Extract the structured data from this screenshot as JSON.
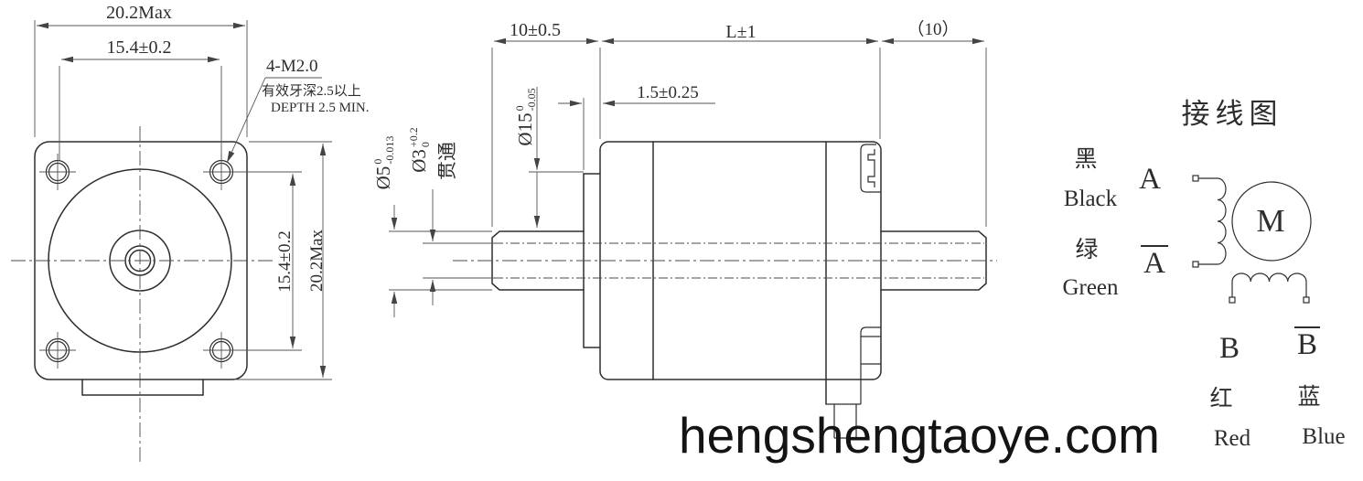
{
  "front_view": {
    "dim_top_overall": "20.2Max",
    "dim_top_holes": "15.4±0.2",
    "dim_right_holes": "15.4±0.2",
    "dim_right_overall": "20.2Max",
    "thread_callout": {
      "line1": "4-M2.0",
      "line2": "有效牙深2.5以上",
      "line3": "DEPTH 2.5 MIN."
    }
  },
  "side_view": {
    "dim_front_shaft_length": "10±0.5",
    "dim_body_length": "L±1",
    "dim_rear_shaft_length": "（10）",
    "dim_pilot_length": "1.5±0.25",
    "dim_pilot_dia": {
      "base": "Ø15",
      "tol_upper": "0",
      "tol_lower": "-0.05"
    },
    "dim_shaft_dia": {
      "base": "Ø5",
      "tol_upper": "0",
      "tol_lower": "-0.013"
    },
    "dim_bore_dia": {
      "base": "Ø3",
      "tol_upper": "+0.2",
      "tol_lower": "0"
    },
    "bore_note": "贯通"
  },
  "wiring_diagram": {
    "title": "接线图",
    "motor_label": "M",
    "lead_a": {
      "cn": "黑",
      "en": "Black",
      "terminal": "A"
    },
    "lead_a_bar": {
      "cn": "绿",
      "en": "Green",
      "terminal": "A"
    },
    "lead_b": {
      "cn": "红",
      "en": "Red",
      "terminal": "B"
    },
    "lead_b_bar": {
      "cn": "蓝",
      "en": "Blue",
      "terminal": "B"
    }
  },
  "watermark": "hengshengtaoye.com"
}
